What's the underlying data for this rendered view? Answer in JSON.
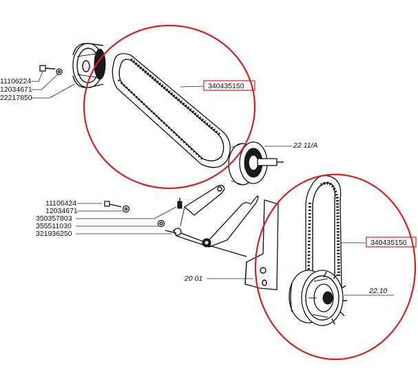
{
  "diagram": {
    "upper_left_callouts": [
      "11106224",
      "12034671",
      "22217850"
    ],
    "middle_left_callouts": [
      "11106424",
      "12034671",
      "350357803",
      "355511030",
      "321936250"
    ],
    "upper_belt_part_number": "340435150",
    "lower_belt_part_number": "340435150",
    "ref_pulley_upper_right": "22 11/A",
    "ref_bracket": "20 01",
    "ref_pulley_lower": "22.10",
    "highlight_color": "#d61f1f"
  }
}
